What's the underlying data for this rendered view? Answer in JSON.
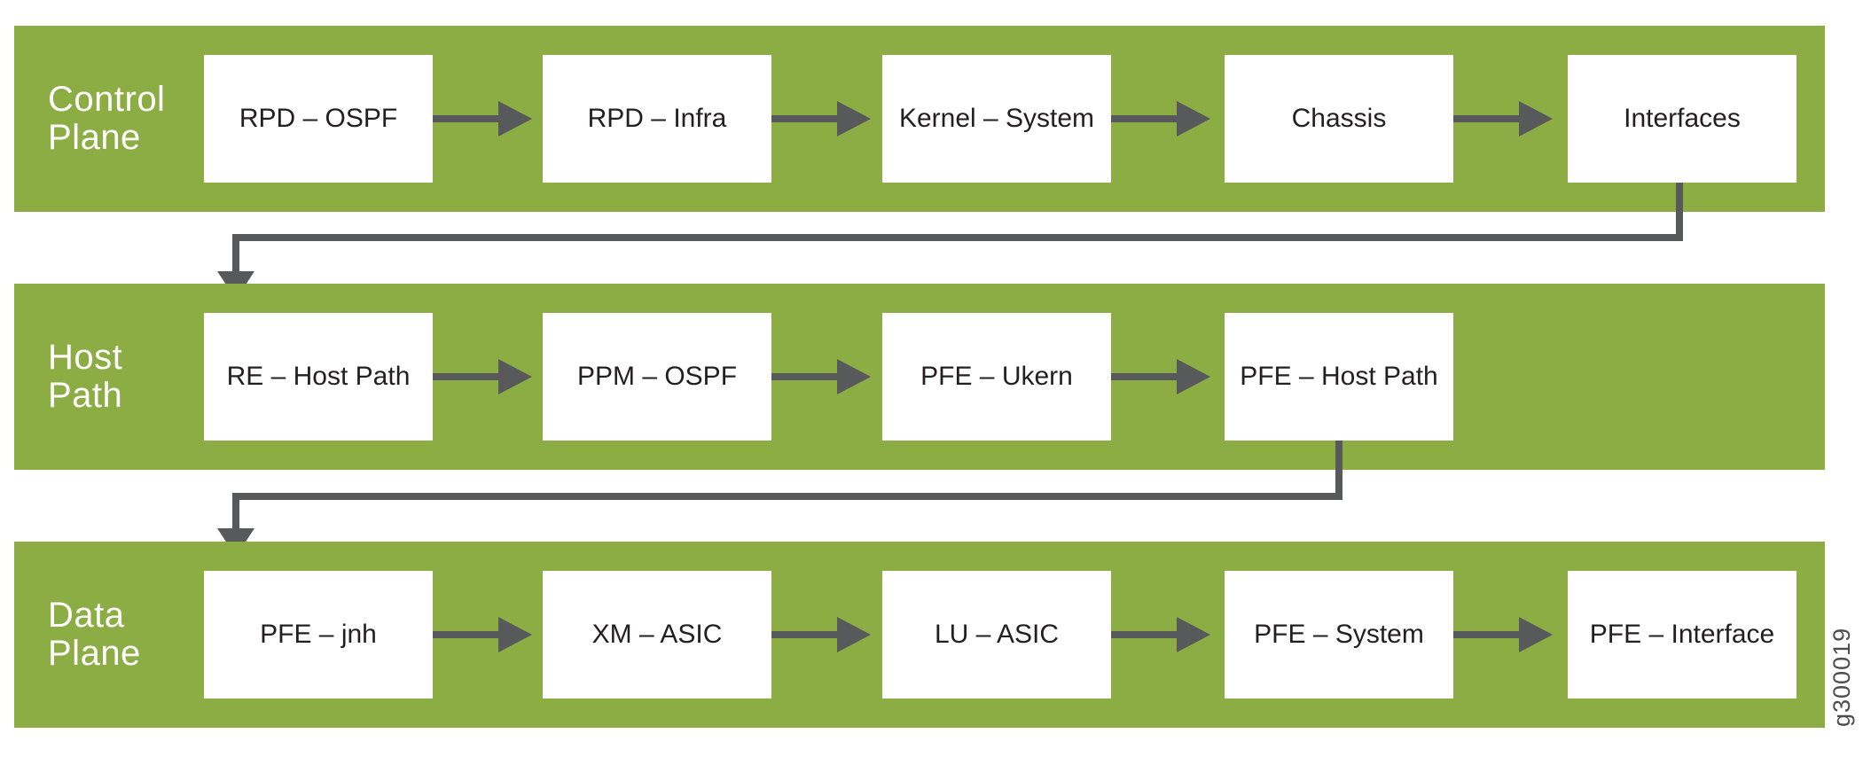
{
  "artwork_id": "g300019",
  "colors": {
    "band_green": "#8cac44",
    "arrow_gray": "#58595b",
    "box_background": "#ffffff",
    "box_text": "#231f20",
    "band_label_text": "#ffffff"
  },
  "bands": [
    {
      "label": "Control Plane",
      "boxes": [
        "RPD – OSPF",
        "RPD – Infra",
        "Kernel – System",
        "Chassis",
        "Interfaces"
      ]
    },
    {
      "label": "Host Path",
      "boxes": [
        "RE – Host Path",
        "PPM – OSPF",
        "PFE – Ukern",
        "PFE – Host Path"
      ]
    },
    {
      "label": "Data Plane",
      "boxes": [
        "PFE – jnh",
        "XM – ASIC",
        "LU – ASIC",
        "PFE – System",
        "PFE – Interface"
      ]
    }
  ],
  "connectors": [
    {
      "from": "Interfaces",
      "to": "RE – Host Path"
    },
    {
      "from": "PFE – Host Path",
      "to": "PFE – jnh"
    }
  ]
}
